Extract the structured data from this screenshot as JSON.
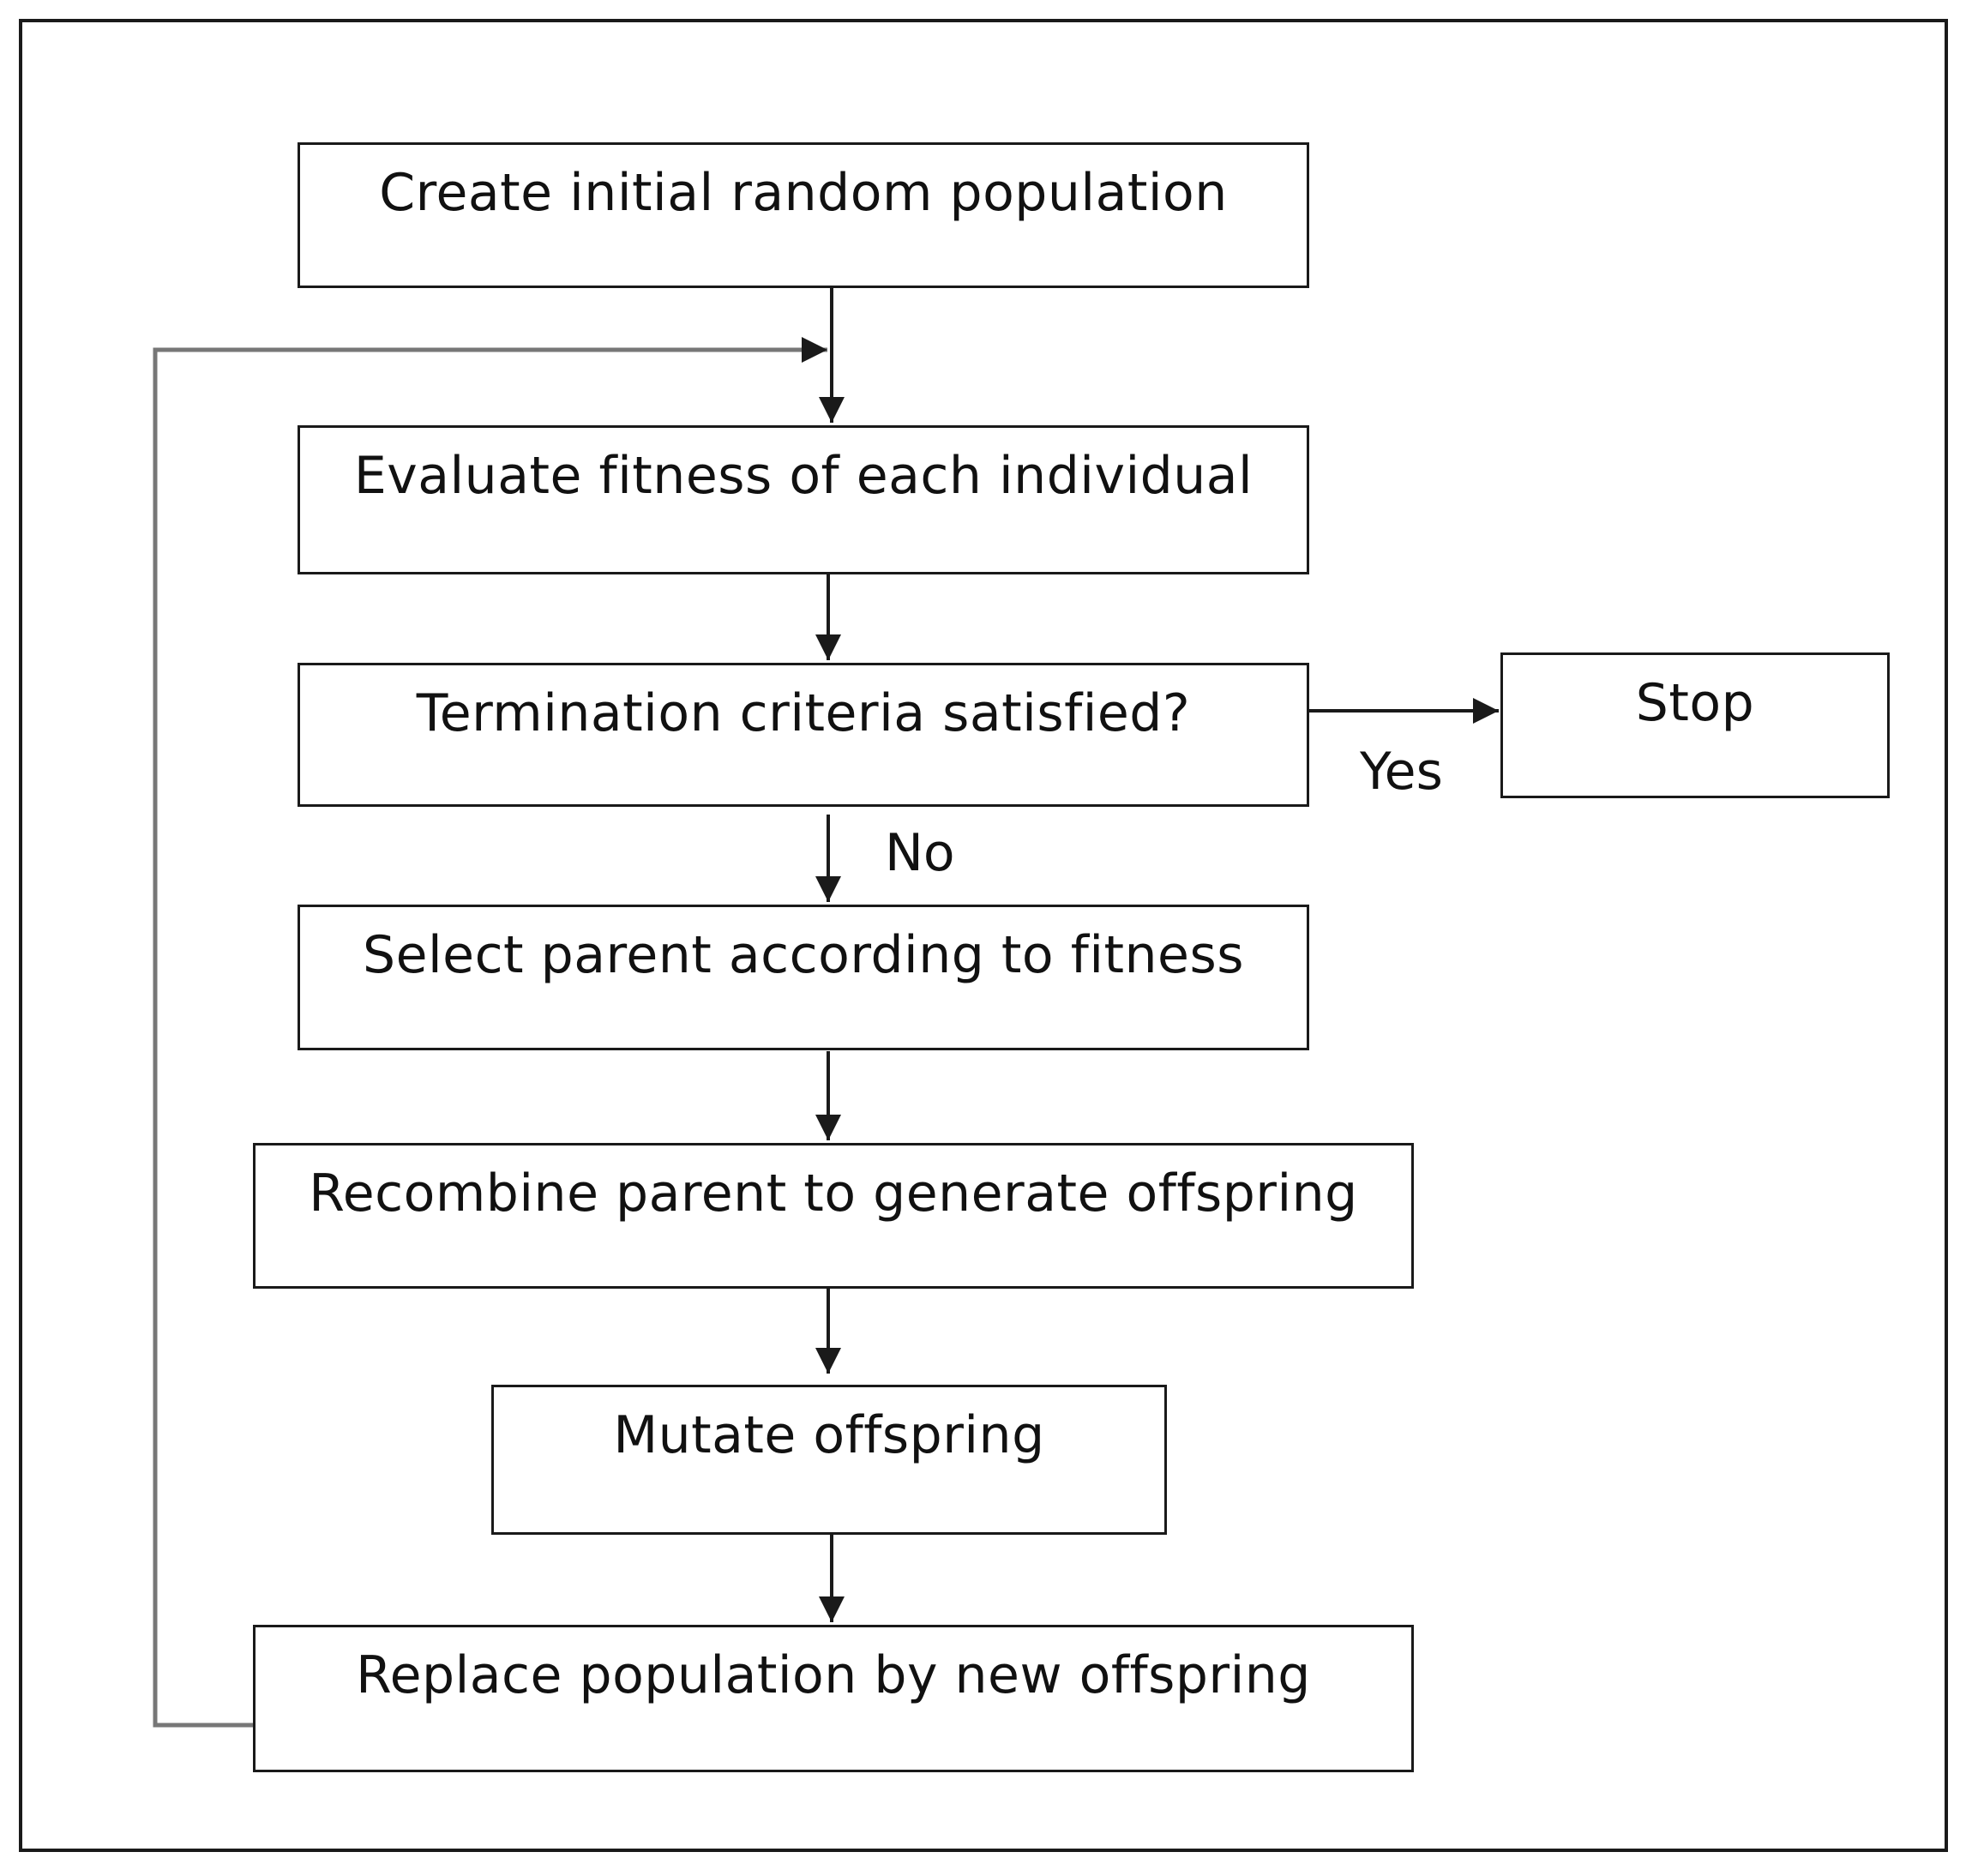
{
  "diagram": {
    "nodes": {
      "create": "Create initial random  population",
      "evaluate": "Evaluate fitness of each individual",
      "termination": "Termination  criteria satisfied?",
      "stop": "Stop",
      "select": "Select parent according to fitness",
      "recombine": "Recombine  parent to generate offspring",
      "mutate": "Mutate offspring",
      "replace": "Replace population  by new offspring"
    },
    "edge_labels": {
      "yes": "Yes",
      "no": "No"
    },
    "colors": {
      "line": "#1a1a1a",
      "loop_line": "#777777"
    }
  }
}
